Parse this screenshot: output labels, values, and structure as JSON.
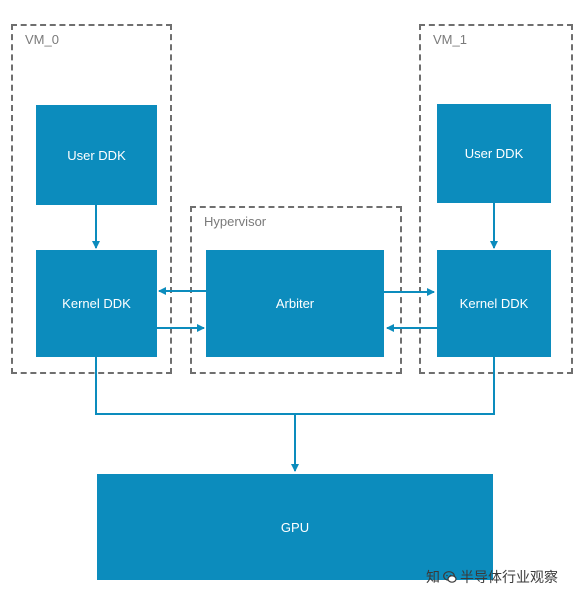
{
  "groups": {
    "vm0": "VM_0",
    "vm1": "VM_1",
    "hypervisor": "Hypervisor"
  },
  "blocks": {
    "vm0_user_ddk": "User DDK",
    "vm0_kernel_ddk": "Kernel DDK",
    "arbiter": "Arbiter",
    "vm1_user_ddk": "User DDK",
    "vm1_kernel_ddk": "Kernel DDK",
    "gpu": "GPU"
  },
  "watermark": {
    "prefix": "知",
    "suffix": "半导体行业观察",
    "icon": "wechat-bubble-icon"
  },
  "colors": {
    "block_fill": "#0c8cbd",
    "connector": "#0c8cbd",
    "group_border": "#6f6f6f",
    "group_label": "#7a7a7a",
    "block_text": "#ffffff"
  }
}
